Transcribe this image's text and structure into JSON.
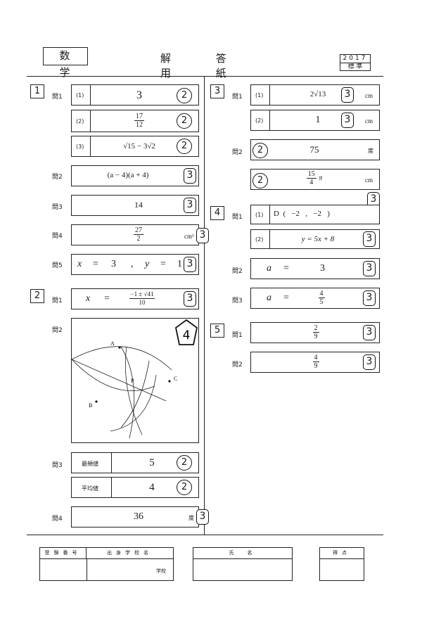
{
  "header": {
    "subject": "数 学",
    "title": "解 答 用 紙",
    "year": "2017",
    "standard": "標 準"
  },
  "left": {
    "s1": {
      "num": "1",
      "q1": {
        "label": "問1",
        "a1": {
          "sub": "(1)",
          "value": "3",
          "score": "2"
        },
        "a2": {
          "sub": "(2)",
          "num": "17",
          "den": "12",
          "score": "2"
        },
        "a3": {
          "sub": "(3)",
          "value": "√15 − 3√2",
          "score": "2"
        }
      },
      "q2": {
        "label": "問2",
        "value": "(a − 4)(a + 4)",
        "score": "3"
      },
      "q3": {
        "label": "問3",
        "value": "14",
        "score": "3"
      },
      "q4": {
        "label": "問4",
        "num": "27",
        "den": "2",
        "unit": "cm³",
        "score": "3"
      },
      "q5": {
        "label": "問5",
        "x_label": "x",
        "eq": "=",
        "x": "3",
        "comma": ",",
        "y_label": "y",
        "y": "1",
        "score": "3"
      }
    },
    "s2": {
      "num": "2",
      "q1": {
        "label": "問1",
        "x_label": "x",
        "eq": "=",
        "num": "−1 ± √41",
        "den": "10",
        "score": "3"
      },
      "q2": {
        "label": "問2",
        "score": "4",
        "pointA": "A",
        "pointB": "B",
        "pointC": "C",
        "pointP": "P"
      },
      "q3": {
        "label": "問3",
        "mode_label": "最頻値",
        "mode": "5",
        "mode_score": "2",
        "mean_label": "平均値",
        "mean": "4",
        "mean_score": "2"
      },
      "q4": {
        "label": "問4",
        "value": "36",
        "unit": "度",
        "score": "3"
      }
    }
  },
  "right": {
    "s3": {
      "num": "3",
      "q1": {
        "label": "問1",
        "a1": {
          "sub": "(1)",
          "value": "2√13",
          "unit": "cm",
          "score": "3"
        },
        "a2": {
          "sub": "(2)",
          "value": "1",
          "unit": "cm",
          "score": "3"
        }
      },
      "q2": {
        "label": "問2",
        "a1": {
          "value": "75",
          "unit": "度",
          "score": "2"
        },
        "a2": {
          "num": "15",
          "den": "4",
          "pi": "π",
          "unit": "cm",
          "score": "2"
        },
        "extra_score": "3"
      }
    },
    "s4": {
      "num": "4",
      "q1": {
        "label": "問1",
        "a1": {
          "sub": "(1)",
          "text": "D  (   −2   ,   −2   )"
        },
        "a2": {
          "sub": "(2)",
          "value": "y = 5x + 8",
          "score": "3"
        }
      },
      "q2": {
        "label": "問2",
        "var": "a",
        "eq": "=",
        "value": "3",
        "score": "3"
      },
      "q3": {
        "label": "問3",
        "var": "a",
        "eq": "=",
        "num": "4",
        "den": "5",
        "score": "3"
      }
    },
    "s5": {
      "num": "5",
      "q1": {
        "label": "問1",
        "num": "2",
        "den": "9",
        "score": "3"
      },
      "q2": {
        "label": "問2",
        "num": "4",
        "den": "9",
        "score": "3"
      }
    }
  },
  "footer": {
    "exam_no": "受験番号",
    "school": "出身学校名",
    "school_suffix": "学校",
    "name": "氏　名",
    "score": "得点"
  }
}
